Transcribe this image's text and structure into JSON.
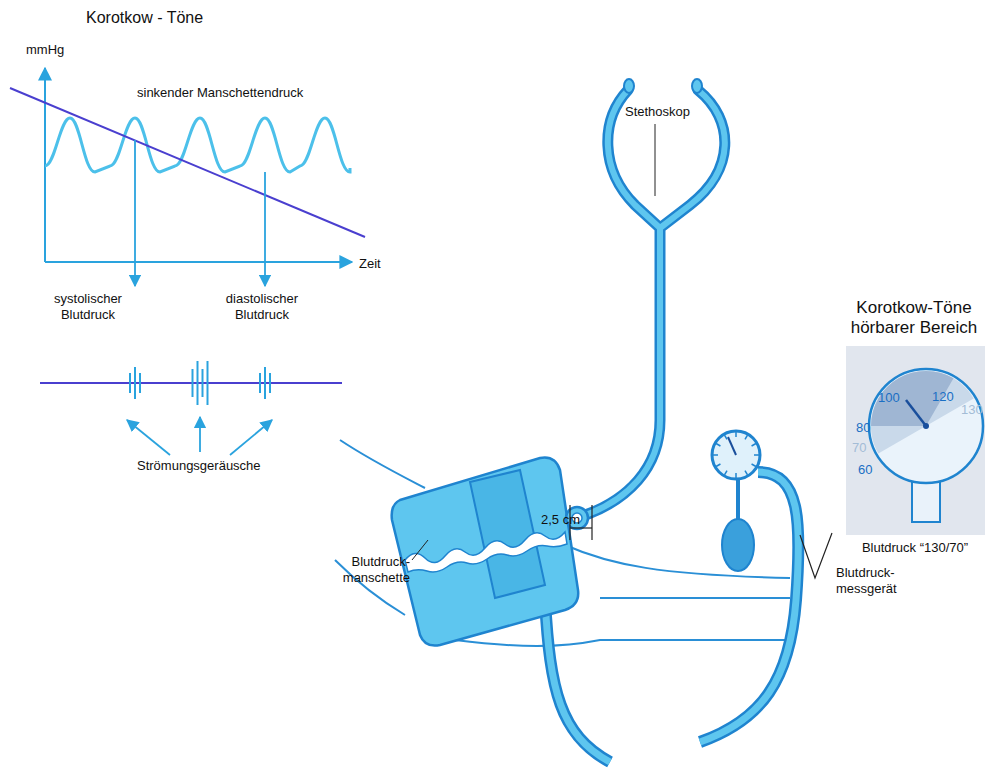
{
  "diagram": {
    "title": "Korotkow - Töne",
    "nodes": [
      {
        "text": [
          "Korotkow-Töne hörbarer Bereich"
        ]
      }
    ],
    "labels": [
      "mmHg",
      "sinkender Manschettendruck",
      "Zeit",
      "systolischer Blutdruck",
      "diastolischer Blutdruck",
      "Strömungsgeräusche",
      "Stethoskop",
      "2,5 cm",
      "Blutdruck- manschette",
      "Blutdruck- messgerät",
      "100",
      "120",
      "130",
      "80",
      "70",
      "60",
      "Blutdruck “130/70”"
    ]
  }
}
